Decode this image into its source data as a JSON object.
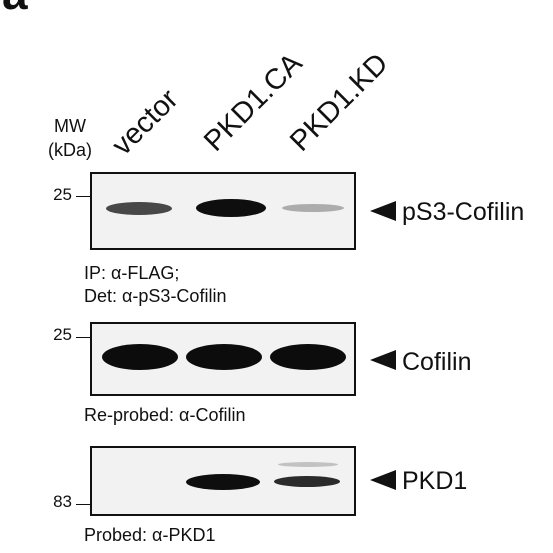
{
  "figure": {
    "panel_letter": "a",
    "mw_label_line1": "MW",
    "mw_label_line2": "(kDa)",
    "lanes": [
      "vector",
      "PKD1.CA",
      "PKD1.KD"
    ]
  },
  "blots": [
    {
      "marker": "25",
      "band_label": "pS3-Cofilin",
      "caption_line1": "IP: α-FLAG;",
      "caption_line2": "Det: α-pS3-Cofilin",
      "lane_intensity": [
        0.7,
        0.95,
        0.25
      ]
    },
    {
      "marker": "25",
      "band_label": "Cofilin",
      "caption_line1": "Re-probed: α-Cofilin",
      "caption_line2": "",
      "lane_intensity": [
        1.0,
        1.0,
        1.0
      ]
    },
    {
      "marker": "83",
      "band_label": "PKD1",
      "caption_line1": "Probed: α-PKD1",
      "caption_line2": "",
      "lane_intensity": [
        0.0,
        1.0,
        0.75
      ]
    }
  ]
}
